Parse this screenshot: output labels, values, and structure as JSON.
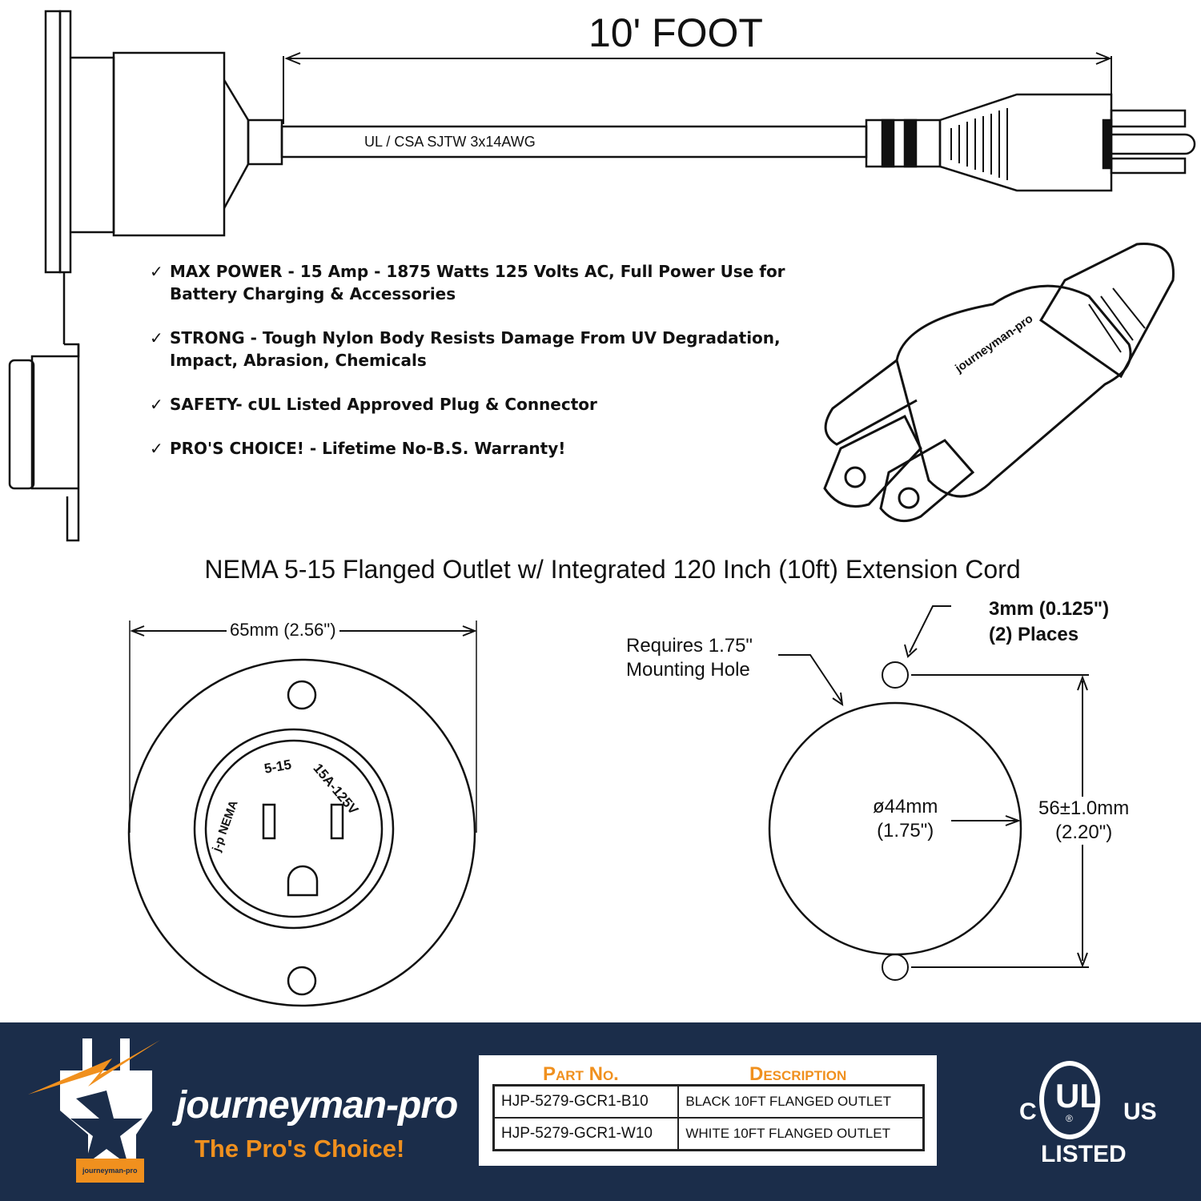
{
  "dimension_top": "10' FOOT",
  "cord_label": "UL / CSA  SJTW  3x14AWG",
  "features": [
    {
      "check": "✓",
      "text": "MAX POWER - 15 Amp - 1875 Watts 125 Volts AC, Full Power Use for",
      "text2": "Battery Charging & Accessories"
    },
    {
      "check": "✓",
      "text": "STRONG - Tough Nylon Body Resists Damage From UV Degradation,",
      "text2": "Impact, Abrasion, Chemicals"
    },
    {
      "check": "✓",
      "text": "SAFETY- cUL Listed Approved Plug & Connector",
      "text2": ""
    },
    {
      "check": "✓",
      "text": "PRO'S CHOICE! -  Lifetime No-B.S. Warranty!",
      "text2": ""
    }
  ],
  "plug_brand": "journeyman-pro",
  "title": "NEMA 5-15 Flanged Outlet w/ Integrated 120 Inch (10ft) Extension Cord",
  "outlet": {
    "width_label": "65mm  (2.56\")",
    "face_left": "j-p NEMA",
    "face_top": "5-15",
    "face_right": "15A-125V"
  },
  "mount": {
    "hole_label_1": "3mm (0.125\")",
    "hole_label_2": "(2) Places",
    "req_1": "Requires 1.75\"",
    "req_2": "Mounting Hole",
    "dia_1": "ø44mm",
    "dia_2": "(1.75\")",
    "spacing_1": "56±1.0mm",
    "spacing_2": "(2.20\")"
  },
  "brand": {
    "name": "journeyman-pro",
    "tagline": "The Pro's Choice!",
    "badge": "journeyman-pro",
    "accent": "#f0901e",
    "banner_bg": "#1b2d4a"
  },
  "parts_table": {
    "headers": [
      "Part No.",
      "Description"
    ],
    "rows": [
      [
        "HJP-5279-GCR1-B10",
        "BLACK 10FT FLANGED OUTLET"
      ],
      [
        "HJP-5279-GCR1-W10",
        "WHITE 10FT FLANGED OUTLET"
      ]
    ]
  },
  "ul": {
    "c": "C",
    "ul": "UL",
    "us": "US",
    "listed": "LISTED",
    "reg": "®"
  }
}
